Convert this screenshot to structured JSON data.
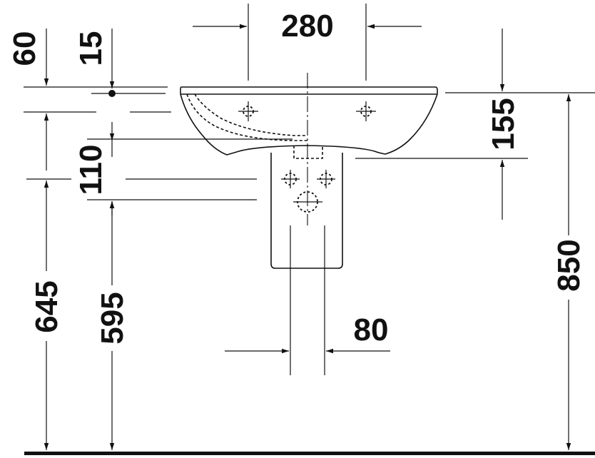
{
  "drawing": {
    "dimensions": {
      "top_width": "280",
      "left_60": "60",
      "left_15": "15",
      "right_155": "155",
      "left_110": "110",
      "left_645": "645",
      "left_595": "595",
      "bottom_80": "80",
      "right_850": "850"
    }
  }
}
